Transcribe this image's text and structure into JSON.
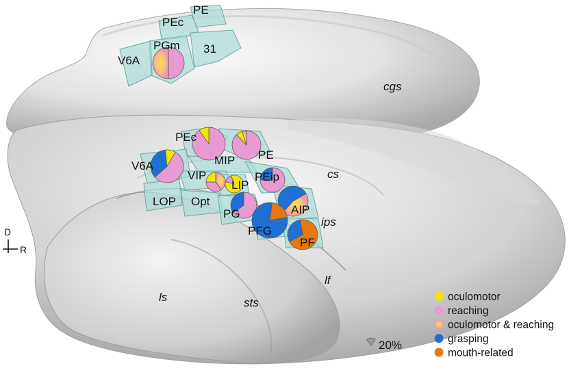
{
  "colors": {
    "oculomotor": "#f2e600",
    "reaching": "#e79ad3",
    "oculomotor_reaching_center": "#ffd75a",
    "oculomotor_reaching_edge": "#f39bb8",
    "grasping": "#1f6fd4",
    "mouth_related": "#e5780f",
    "area_fill": "#a9dcd6",
    "area_stroke": "#6fa8a4",
    "brain_light": "#f1f1f1",
    "brain_mid": "#c9c9c9",
    "brain_dark": "#9e9e9e"
  },
  "upper_view": {
    "area_labels": [
      "PE",
      "PEc",
      "PGm",
      "V6A",
      "31"
    ]
  },
  "lower_view": {
    "area_labels": [
      "PEc",
      "PE",
      "MIP",
      "V6A",
      "VIP",
      "LIP",
      "PEip",
      "LOP",
      "Opt",
      "PG",
      "AIP",
      "PFG",
      "PF"
    ]
  },
  "sulci": [
    "cgs",
    "cs",
    "ips",
    "lf",
    "ls",
    "sts"
  ],
  "orientation": {
    "dorsal": "D",
    "rostral": "R"
  },
  "legend": [
    {
      "label": "oculomotor",
      "color": "#f2e600"
    },
    {
      "label": "reaching",
      "color": "#e79ad3"
    },
    {
      "label": "oculomotor & reaching",
      "color": "#f6a9b9"
    },
    {
      "label": "grasping",
      "color": "#1f6fd4"
    },
    {
      "label": "mouth-related",
      "color": "#e5780f"
    }
  ],
  "scale": {
    "label": "20%",
    "fraction": 0.2
  },
  "pies": [
    {
      "area": "PGm",
      "segments": [
        {
          "cls": "reaching",
          "fraction": 0.5
        },
        {
          "cls": "oculomotor_reaching",
          "fraction": 0.5
        }
      ]
    },
    {
      "area": "PEc",
      "segments": [
        {
          "cls": "reaching",
          "fraction": 0.9
        },
        {
          "cls": "oculomotor",
          "fraction": 0.1
        }
      ]
    },
    {
      "area": "PE",
      "segments": [
        {
          "cls": "reaching",
          "fraction": 0.88
        },
        {
          "cls": "oculomotor",
          "fraction": 0.07
        },
        {
          "cls": "oculomotor_reaching",
          "fraction": 0.05
        }
      ]
    },
    {
      "area": "V6A",
      "segments": [
        {
          "cls": "reaching",
          "fraction": 0.55
        },
        {
          "cls": "grasping",
          "fraction": 0.35
        },
        {
          "cls": "oculomotor",
          "fraction": 0.1
        }
      ]
    },
    {
      "area": "VIP",
      "segments": [
        {
          "cls": "oculomotor_reaching",
          "fraction": 0.4
        },
        {
          "cls": "reaching",
          "fraction": 0.35
        },
        {
          "cls": "oculomotor",
          "fraction": 0.25
        }
      ]
    },
    {
      "area": "LIP",
      "segments": [
        {
          "cls": "oculomotor",
          "fraction": 0.85
        },
        {
          "cls": "reaching",
          "fraction": 0.15
        }
      ]
    },
    {
      "area": "PEip",
      "segments": [
        {
          "cls": "reaching",
          "fraction": 0.75
        },
        {
          "cls": "grasping",
          "fraction": 0.25
        }
      ]
    },
    {
      "area": "PG",
      "segments": [
        {
          "cls": "reaching",
          "fraction": 0.65
        },
        {
          "cls": "grasping",
          "fraction": 0.35
        }
      ]
    },
    {
      "area": "AIP",
      "segments": [
        {
          "cls": "oculomotor_reaching",
          "fraction": 0.45
        },
        {
          "cls": "grasping",
          "fraction": 0.55
        }
      ]
    },
    {
      "area": "PFG",
      "segments": [
        {
          "cls": "grasping",
          "fraction": 0.8
        },
        {
          "cls": "mouth_related",
          "fraction": 0.2
        }
      ]
    },
    {
      "area": "PF",
      "segments": [
        {
          "cls": "mouth_related",
          "fraction": 0.7
        },
        {
          "cls": "grasping",
          "fraction": 0.3
        }
      ]
    }
  ]
}
